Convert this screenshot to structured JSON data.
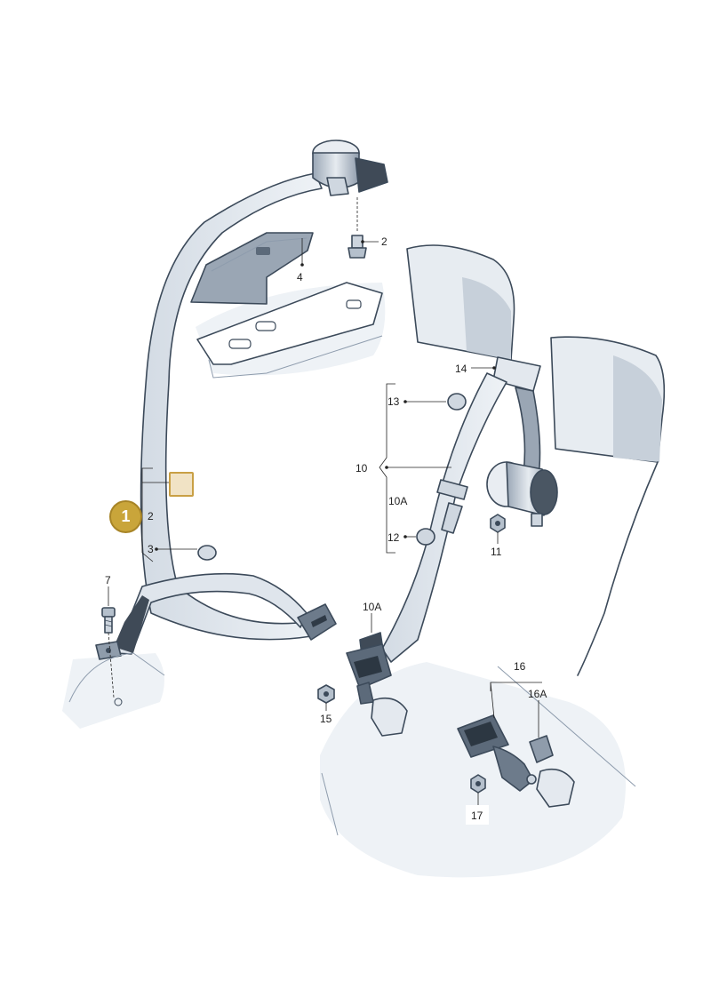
{
  "diagram": {
    "callouts": [
      {
        "id": "c2a",
        "text": "2"
      },
      {
        "id": "c4",
        "text": "4"
      },
      {
        "id": "c14",
        "text": "14"
      },
      {
        "id": "c13",
        "text": "13"
      },
      {
        "id": "c10",
        "text": "10"
      },
      {
        "id": "c10A_r",
        "text": "10A"
      },
      {
        "id": "c12",
        "text": "12"
      },
      {
        "id": "c11",
        "text": "11"
      },
      {
        "id": "c2b",
        "text": "2"
      },
      {
        "id": "c3",
        "text": "3"
      },
      {
        "id": "c7",
        "text": "7"
      },
      {
        "id": "c10A_c",
        "text": "10A"
      },
      {
        "id": "c15",
        "text": "15"
      },
      {
        "id": "c16",
        "text": "16"
      },
      {
        "id": "c16A",
        "text": "16A"
      },
      {
        "id": "c17",
        "text": "17"
      }
    ],
    "highlight": {
      "badge": "1"
    },
    "colors": {
      "part_fill": "#e3e8ee",
      "part_dark": "#7d8a9a",
      "outline": "#3c4a5a",
      "floor": "#eef2f6",
      "highlight": "#c9a53a"
    }
  }
}
